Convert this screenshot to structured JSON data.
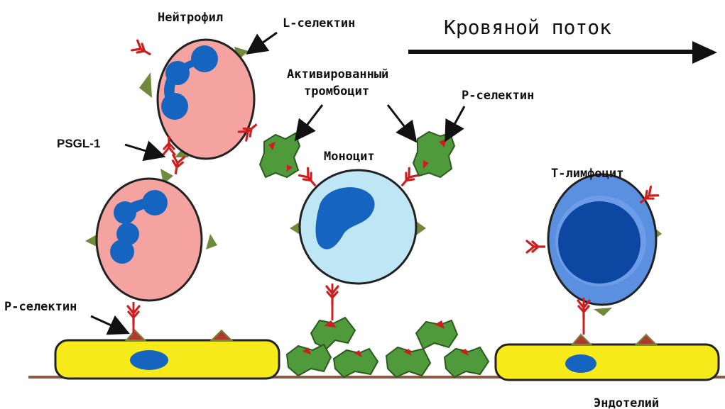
{
  "labels": {
    "blood_flow": "Кровяной поток",
    "neutrophil": "Нейтрофил",
    "l_selectin": "L-селектин",
    "activated_platelet_line1": "Активированный",
    "activated_platelet_line2": "тромбоцит",
    "p_selectin_top": "P-селектин",
    "monocyte": "Моноцит",
    "t_lymphocyte": "T-лимфоцит",
    "psgl1": "PSGL-1",
    "p_selectin_bottom": "P-селектин",
    "endothelium": "Эндотелий"
  },
  "colors": {
    "neutrophil_fill": "#f4a3a0",
    "nucleus": "#1565c0",
    "monocyte_fill": "#bfe6f5",
    "lymphocyte_fill": "#5b8fe0",
    "lymphocyte_nucleus": "#0d47a1",
    "endothelium_fill": "#f7ea1a",
    "platelet_fill": "#4f9a3a",
    "selectin_red": "#cc1f1f",
    "olive_marker": "#6f8a3b",
    "ground_line": "#8a5a44"
  }
}
